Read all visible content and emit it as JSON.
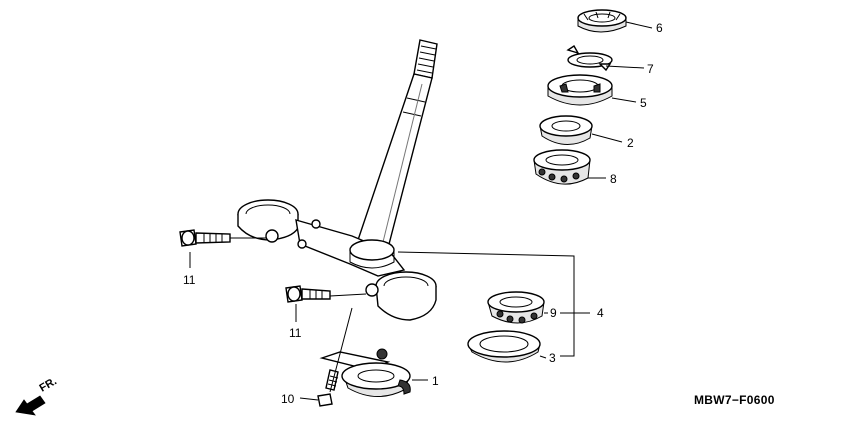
{
  "callouts": {
    "c6": "6",
    "c7": "7",
    "c5": "5",
    "c2": "2",
    "c8": "8",
    "c11a": "11",
    "c11b": "11",
    "c9": "9",
    "c4": "4",
    "c3": "3",
    "c1": "1",
    "c10": "10"
  },
  "front_indicator": "FR.",
  "diagram_code": "MBW7−F0600"
}
